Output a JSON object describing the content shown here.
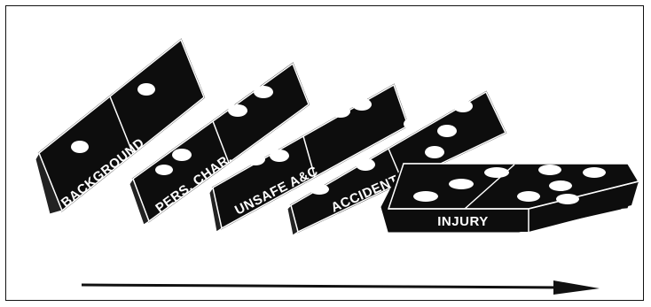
{
  "dominoes": [
    {
      "label": "BACKGROUND"
    },
    {
      "label": "PERS. CHAR."
    },
    {
      "label": "UNSAFE A&C"
    },
    {
      "label": "ACCIDENT"
    },
    {
      "label": "INJURY"
    }
  ],
  "colors": {
    "domino": "#0d0d0d",
    "outline": "#ffffff",
    "pip": "#ffffff",
    "arrow": "#111111",
    "frame": "#111111"
  }
}
